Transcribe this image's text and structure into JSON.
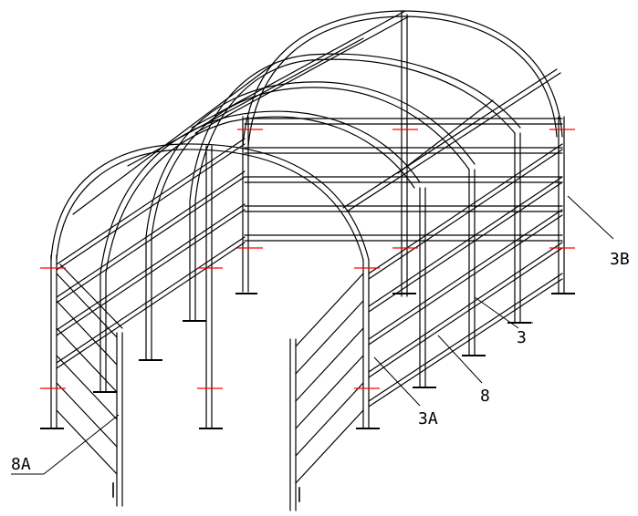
{
  "labels": {
    "part_3b": "3B",
    "part_3": "3",
    "part_8": "8",
    "part_3a": "3A",
    "part_8a": "8A"
  },
  "colors": {
    "line": "#000000",
    "joint_marker": "#ff0000",
    "background": "#ffffff"
  }
}
